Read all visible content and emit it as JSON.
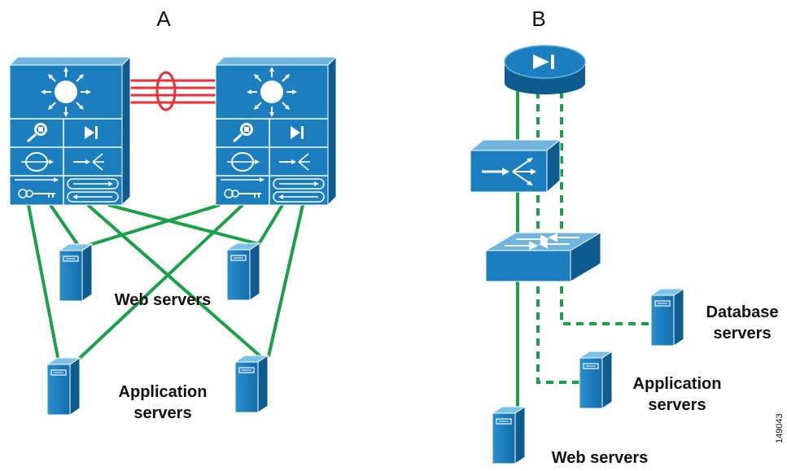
{
  "panel_a": {
    "title": "A",
    "web_servers_label": "Web servers",
    "app_servers_label_line1": "Application",
    "app_servers_label_line2": "servers"
  },
  "panel_b": {
    "title": "B",
    "database_label_line1": "Database",
    "database_label_line2": "servers",
    "app_label_line1": "Application",
    "app_label_line2": "servers",
    "web_label": "Web servers"
  },
  "figure_id": "149043",
  "colors": {
    "device_blue": "#1b7fbf",
    "device_dark": "#0d5b8f",
    "device_light": "#6fb5de",
    "link_green": "#1aa148",
    "etherchannel_red": "#e8303a"
  },
  "icons": {
    "multilayer_switch": "multilayer-switch-chassis-icon",
    "server": "server-tower-icon",
    "router": "router-firewall-icon",
    "load_balancer": "content-switch-icon",
    "switch": "layer2-switch-icon"
  }
}
